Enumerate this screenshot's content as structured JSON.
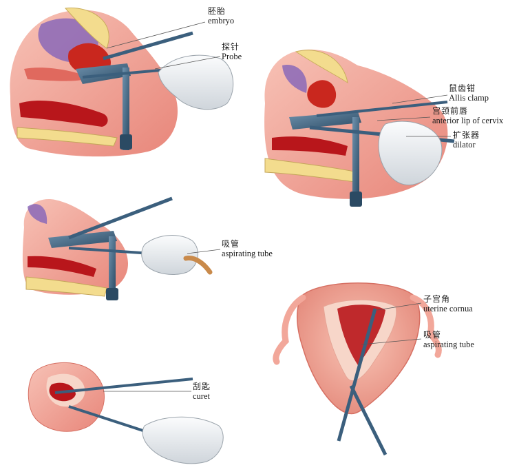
{
  "labels": {
    "embryo": {
      "zh": "胚胎",
      "en": "embryo"
    },
    "probe": {
      "zh": "探针",
      "en": "Probe"
    },
    "allis": {
      "zh": "鼠齿钳",
      "en": "Allis clamp"
    },
    "cervix": {
      "zh": "宫颈前唇",
      "en": "anterior lip of cervix"
    },
    "dilator": {
      "zh": "扩张器",
      "en": "dilator"
    },
    "tube1": {
      "zh": "吸管",
      "en": "aspirating tube"
    },
    "cornua": {
      "zh": "子宫角",
      "en": "uterine cornua"
    },
    "tube2": {
      "zh": "吸管",
      "en": "aspirating tube"
    },
    "curet": {
      "zh": "刮匙",
      "en": "curet"
    }
  },
  "colors": {
    "tissue": "#f2a79a",
    "tissue_dark": "#d9574f",
    "blood": "#b8161b",
    "bone": "#f3dc8e",
    "purple": "#8a69b8",
    "steel": "#3b5f7d",
    "glove": "#eef0f2",
    "line": "#555555"
  }
}
